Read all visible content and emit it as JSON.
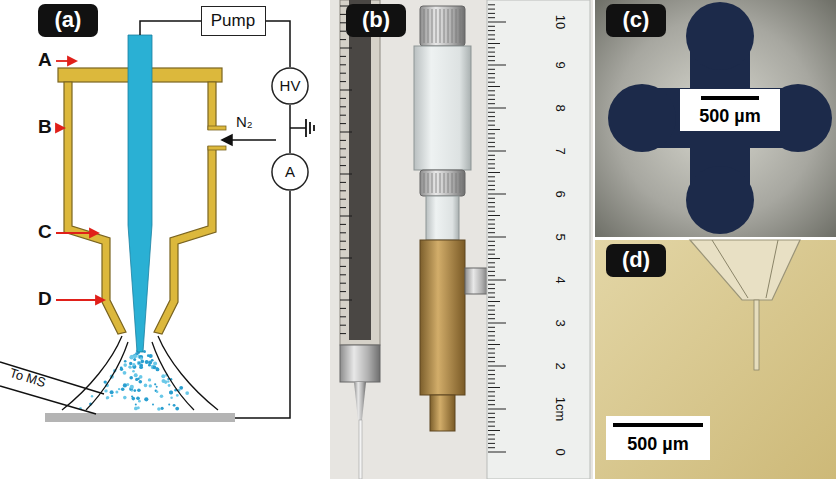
{
  "diagram": {
    "nodes": [
      {
        "text": [
          "(a)"
        ]
      },
      {
        "text": [
          "Pump"
        ]
      },
      {
        "text": [
          "HV"
        ]
      },
      {
        "text": [
          "A"
        ]
      },
      {
        "text": [
          "(b)"
        ]
      },
      {
        "text": [
          "(c)"
        ]
      },
      {
        "text": [
          "500 µm"
        ]
      },
      {
        "text": [
          "(d)"
        ]
      },
      {
        "text": [
          "500 µm"
        ]
      }
    ],
    "edges": [
      {
        "from": 1,
        "to": 2,
        "arrow": "none"
      },
      {
        "from": 2,
        "to": 3,
        "arrow": "none"
      }
    ],
    "labels": [
      "A",
      "B",
      "C",
      "D",
      "N₂",
      "To MS",
      "10",
      "9",
      "8",
      "7",
      "6",
      "5",
      "4",
      "3",
      "2",
      "1cm",
      "0"
    ]
  }
}
